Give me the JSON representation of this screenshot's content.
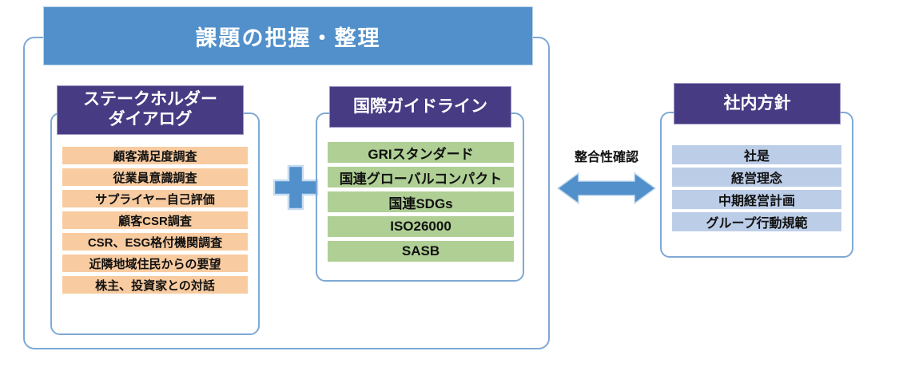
{
  "banner": {
    "title": "課題の把握・整理"
  },
  "colors": {
    "banner_blue": "#5190CA",
    "header_purple": "#473B83",
    "frame_blue": "#7FA8D4",
    "item_orange": "#F8CBA0",
    "item_green": "#AFCF95",
    "item_blue": "#BCCDE8",
    "arrow_blue": "#5190CA"
  },
  "cards": {
    "stakeholder": {
      "title": "ステークホルダー\nダイアログ",
      "title_line1": "ステークホルダー",
      "title_line2": "ダイアログ",
      "items": [
        "顧客満足度調査",
        "従業員意識調査",
        "サプライヤー自己評価",
        "顧客CSR調査",
        "CSR、ESG格付機関調査",
        "近隣地域住民からの要望",
        "株主、投資家との対話"
      ]
    },
    "guidelines": {
      "title": "国際ガイドライン",
      "items": [
        "GRIスタンダード",
        "国連グローバルコンパクト",
        "国連SDGs",
        "ISO26000",
        "SASB"
      ]
    },
    "internal_policy": {
      "title": "社内方針",
      "items": [
        "社是",
        "経営理念",
        "中期経営計画",
        "グループ行動規範"
      ]
    }
  },
  "connectors": {
    "plus_symbol": "plus-sign",
    "consistency_label": "整合性確認",
    "arrow_symbol": "double-headed-arrow"
  }
}
